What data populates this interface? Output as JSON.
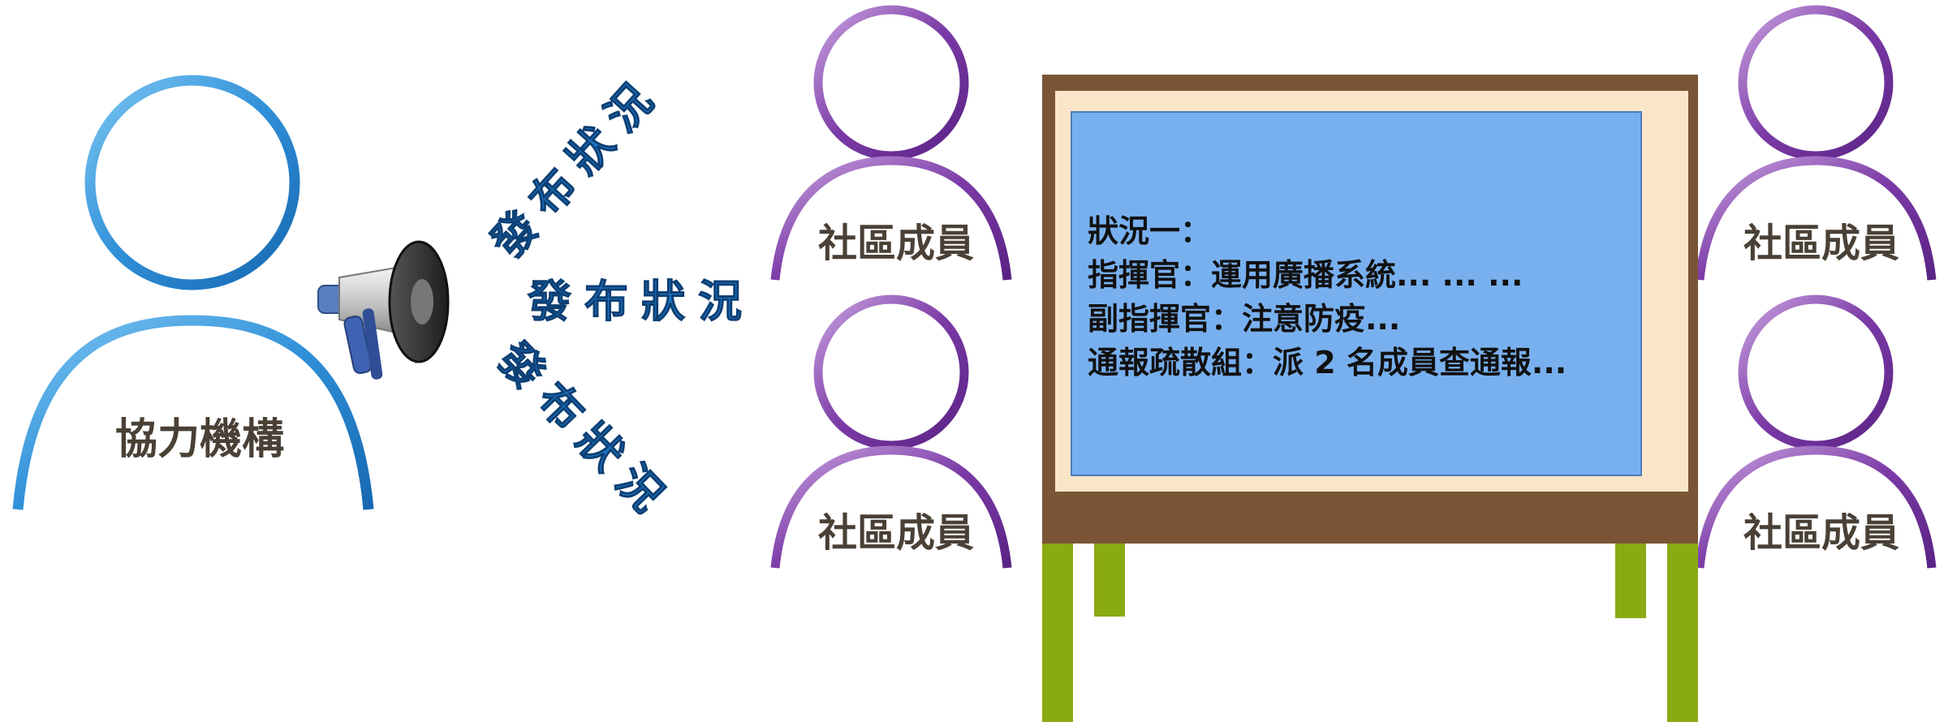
{
  "organization": {
    "label": "協力機構",
    "color": "#2f8fd8",
    "icon": "megaphone-icon"
  },
  "announcements": [
    "發布狀況",
    "發布狀況",
    "發布狀況"
  ],
  "members": [
    {
      "label": "社區成員"
    },
    {
      "label": "社區成員"
    },
    {
      "label": "社區成員"
    },
    {
      "label": "社區成員"
    }
  ],
  "member_color": "#7b3aa6",
  "board": {
    "lines": [
      "狀況一：",
      "指揮官：運用廣播系統... ... ...",
      "副指揮官：注意防疫...",
      "通報疏散組：派 2 名成員查通報..."
    ],
    "frame_color": "#7a5535",
    "mat_color": "#fae5c9",
    "screen_color": "#78b0ef",
    "leg_color": "#8aaa14"
  }
}
